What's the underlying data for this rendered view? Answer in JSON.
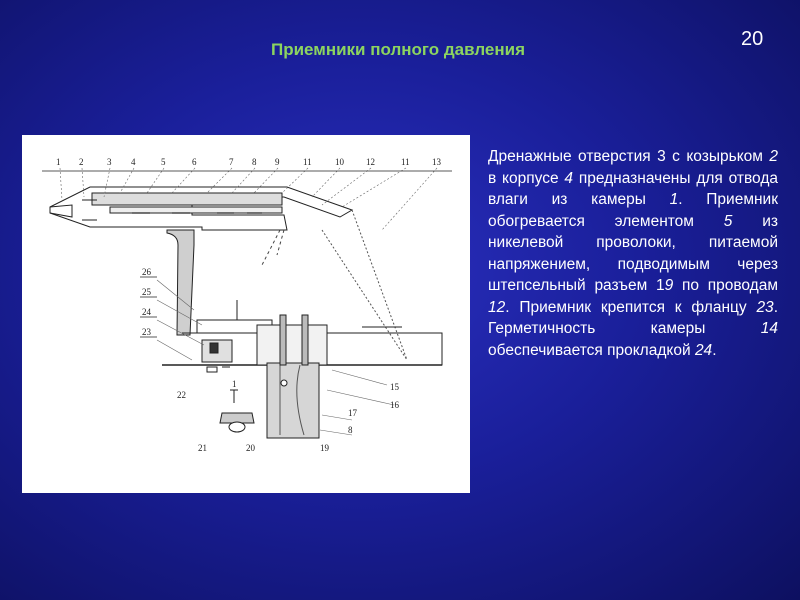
{
  "slide": {
    "page_number": "20",
    "title": "Приемники полного давления",
    "description": [
      {
        "t": "Дренажные отверстия 3 с козырьком ",
        "i": false
      },
      {
        "t": "2",
        "i": true
      },
      {
        "t": " в корпусе ",
        "i": false
      },
      {
        "t": "4",
        "i": true
      },
      {
        "t": " предназначены для отвода влаги из камеры ",
        "i": false
      },
      {
        "t": "1",
        "i": true
      },
      {
        "t": ". Приемник обогревается элементом ",
        "i": false
      },
      {
        "t": "5",
        "i": true
      },
      {
        "t": " из никелевой проволоки, питаемой напряжением, подводимым через штепсельный разъем 1",
        "i": false
      },
      {
        "t": "9",
        "i": true
      },
      {
        "t": " по проводам ",
        "i": false
      },
      {
        "t": "12",
        "i": true
      },
      {
        "t": ". Приемник крепится к фланцу ",
        "i": false
      },
      {
        "t": "23",
        "i": true
      },
      {
        "t": ". Герметичность камеры ",
        "i": false
      },
      {
        "t": "14",
        "i": true
      },
      {
        "t": " обеспечивается прокладкой ",
        "i": false
      },
      {
        "t": "24",
        "i": true
      },
      {
        "t": ".",
        "i": false
      }
    ]
  },
  "figure": {
    "top_labels": [
      "1",
      "2",
      "3",
      "4",
      "5",
      "6",
      "7",
      "8",
      "9",
      "11",
      "10",
      "12",
      "11",
      "13"
    ],
    "left_labels": [
      "26",
      "25",
      "24",
      "23",
      "22"
    ],
    "right_labels": [
      "15",
      "16",
      "17",
      "8"
    ],
    "bottom_labels": [
      "21",
      "20",
      "19"
    ],
    "small_label": "1"
  }
}
